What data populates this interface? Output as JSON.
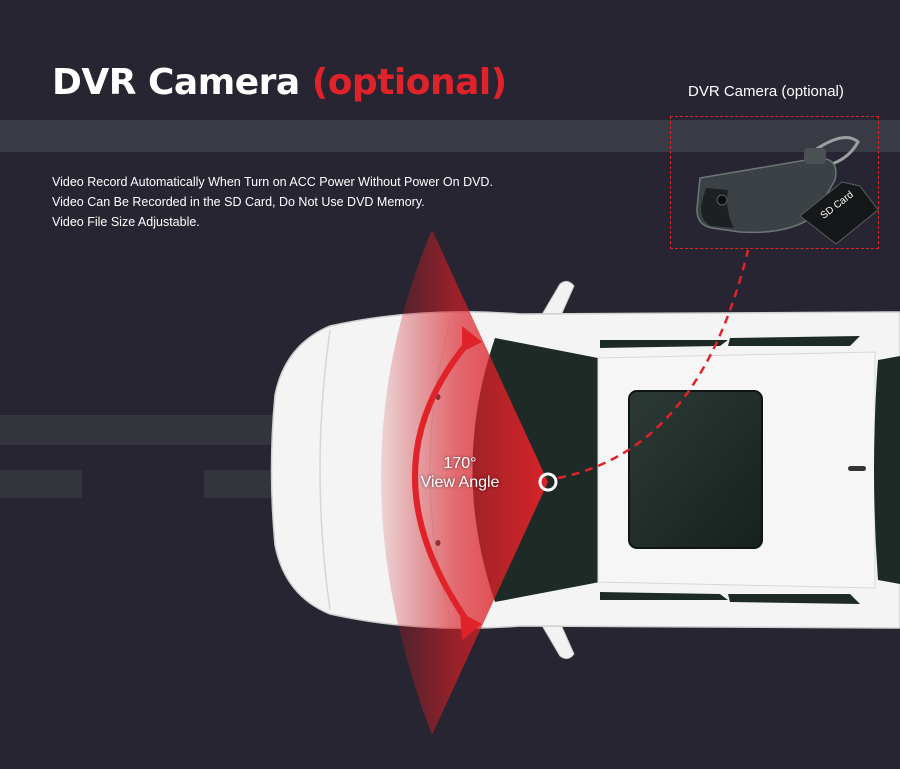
{
  "headline": {
    "main": "DVR Camera",
    "accent": "(optional)"
  },
  "features": [
    "Video Record Automatically When Turn on ACC Power Without Power On DVD.",
    "Video Can Be Recorded in the SD Card, Do Not Use DVD Memory.",
    "Video File Size Adjustable."
  ],
  "inset": {
    "title": "DVR Camera (optional)",
    "sd_card_label": "SD Card"
  },
  "view_angle": {
    "degrees": "170°",
    "label": "View Angle"
  },
  "colors": {
    "accent": "#e0232b",
    "background": "#262531",
    "car_body": "#f4f4f4",
    "glass": "#1d2a26"
  }
}
